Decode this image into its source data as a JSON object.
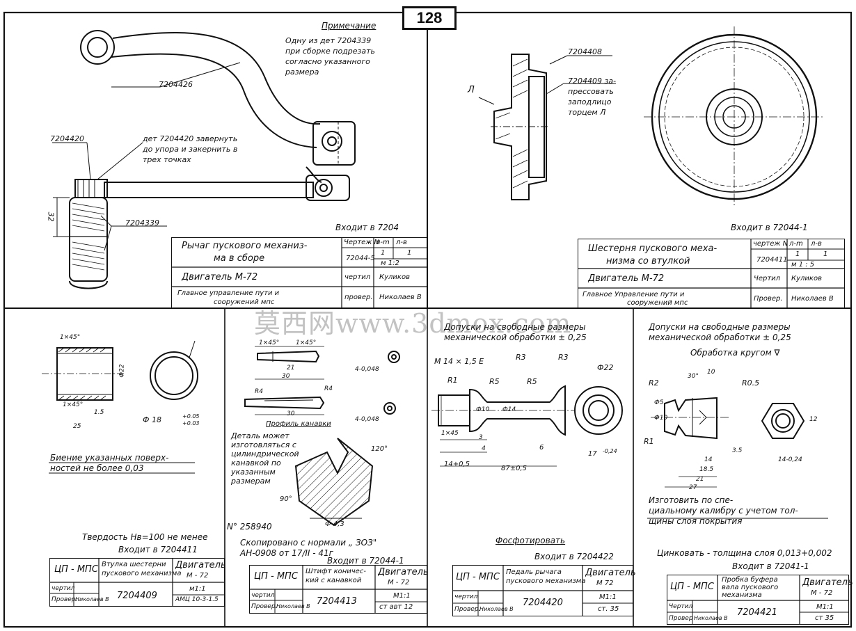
{
  "page_number": "128",
  "watermark": "莫西网www.3dmox.com",
  "notes": {
    "title": "Примечание",
    "lines": [
      "Одну из дет 7204339",
      "при сборке подрезать",
      "согласно указанного",
      "размера"
    ]
  },
  "lever": {
    "part_7204426": "7204426",
    "part_7204420": "7204420",
    "note_lines": [
      "дет 7204420 завернуть",
      "до упора и закернить в",
      "трех точках"
    ],
    "part_7204339": "7204339",
    "dim_32": "32",
    "enters": "Входит в 7204"
  },
  "gear": {
    "part_7204408": "7204408",
    "note_lines": [
      "7204409 за-",
      "прессовать",
      "заподлицо",
      "торцем Л"
    ],
    "label_L": "Л",
    "enters": "Входит в 72044-1"
  },
  "tb_lever": {
    "title_lines": [
      "Рычаг пускового механиз-",
      "ма в сборе"
    ],
    "engine": "Двигатель М-72",
    "org_lines": [
      "Главное управление пути и",
      "сооружений мпс"
    ],
    "drawing_label": "Чертеж N",
    "drawing_no": "72044-5",
    "lm": "л-m",
    "lb": "л-в",
    "v1": "1",
    "v2": "1",
    "scale": "м 1:2",
    "drew_label": "чертил",
    "drew_sig": "Куликов",
    "checked_label": "провер.",
    "checked_name": "Николаев В"
  },
  "tb_gear": {
    "title_lines": [
      "Шестерня пускового меха-",
      "низма со втулкой"
    ],
    "engine": "Двигатель М-72",
    "org_lines": [
      "Главное Управление пути и",
      "сооружений мпс"
    ],
    "drawing_label": "чертеж N",
    "drawing_no": "7204411",
    "lm": "л-m",
    "lb": "л-в",
    "v1": "1",
    "v2": "1",
    "scale": "м 1 : 5",
    "drew_label": "Чертил",
    "drew_sig": "Куликов",
    "checked_label": "Провер.",
    "checked_name": "Николаев В"
  },
  "bushing": {
    "dims": [
      "1×45°",
      "1×45°",
      "Ф22",
      "25",
      "1.5",
      "Ф 18",
      "+0.05",
      "+0.03"
    ],
    "runout_lines": [
      "Биение указанных поверх-",
      "ностей не более 0,03"
    ],
    "hardness": "Твердость Нв=100 не менее",
    "enters": "Входит в 7204411",
    "tb": {
      "org": "ЦП - МПС",
      "title_lines": [
        "Втулка шестерни",
        "пускового механизма"
      ],
      "engine_lines": [
        "Двигатель",
        "М - 72"
      ],
      "drew": "чертил",
      "checked": "Провер.",
      "checked_name": "Николаев В",
      "part_no": "7204409",
      "scale": "м1:1",
      "material": "АМЦ 10-3-1.5"
    }
  },
  "pin": {
    "dims": [
      "1×45°",
      "1×45°",
      "21",
      "30",
      "R4",
      "R4",
      "30",
      "4-0,048",
      "4-0,048"
    ],
    "profile": "Профиль канавки",
    "note_lines": [
      "Деталь может",
      "изготовляться с",
      "цилиндрической",
      "канавкой по",
      "указанным",
      "размерам"
    ],
    "angles": [
      "120°",
      "90°"
    ],
    "dia": "Ф 4,3",
    "cert": "N° 258940",
    "copied": "Скопировано с нормали „ ЗОЗ\"",
    "norm": "АН-0908 от 17/II - 41г",
    "enters": "Входит в 72044-1",
    "tb": {
      "org": "ЦП - МПС",
      "title_lines": [
        "Штифт коничес-",
        "кий с канавкой"
      ],
      "engine_lines": [
        "Двигатель",
        "М - 72"
      ],
      "drew": "чертил",
      "checked": "Провер.",
      "checked_name": "Николаев В",
      "part_no": "7204413",
      "scale": "М1:1",
      "material": "ст авт 12"
    }
  },
  "pedal": {
    "tol_lines": [
      "Допуски на свободные размеры",
      "механической обработки ± 0,25"
    ],
    "thread": "М 14 × 1,5 Е",
    "radii": [
      "R3",
      "R3",
      "R1",
      "R5",
      "R5"
    ],
    "dims": [
      "Ф22",
      "Ф14",
      "Ф10",
      "1×45",
      "3",
      "4",
      "6",
      "14+0,5",
      "87±0,5",
      "17",
      "-0,24"
    ],
    "finish": "Фосфотировать",
    "enters": "Входит в 7204422",
    "tb": {
      "org": "ЦП - МПС",
      "title_lines": [
        "Педаль рычага",
        "пускового механизма"
      ],
      "engine_lines": [
        "Двигатель",
        "М 72"
      ],
      "drew": "чертил",
      "checked": "Провер.",
      "checked_name": "Николаев В",
      "part_no": "7204420",
      "scale": "М1:1",
      "material": "ст. 35"
    }
  },
  "bolt": {
    "tol_lines": [
      "Допуски на свободные размеры",
      "механической обработки ± 0,25"
    ],
    "finish": "Обработка кругом ∇",
    "radii": [
      "R2",
      "R1",
      "R0.5"
    ],
    "dims": [
      "30°",
      "10",
      "14",
      "18.5",
      "21",
      "27",
      "3.5",
      "12",
      "14-0,24",
      "Ф5",
      "Ф10"
    ],
    "make_lines": [
      "Изготовить по спе-",
      "циальному калибру с учетом тол-",
      "щины слоя покрытия"
    ],
    "zinc": "Цинковать - толщина слоя 0,013+0,002",
    "enters": "Входит в 72041-1",
    "tb": {
      "org": "ЦП - МПС",
      "title_lines": [
        "Пробка буфера",
        "вала пускового",
        "механизма"
      ],
      "engine_lines": [
        "Двигатель",
        "М - 72"
      ],
      "drew": "Чертил",
      "checked": "Провер",
      "checked_name": "Николаев В",
      "part_no": "7204421",
      "scale": "М1:1",
      "material": "ст 35"
    }
  }
}
